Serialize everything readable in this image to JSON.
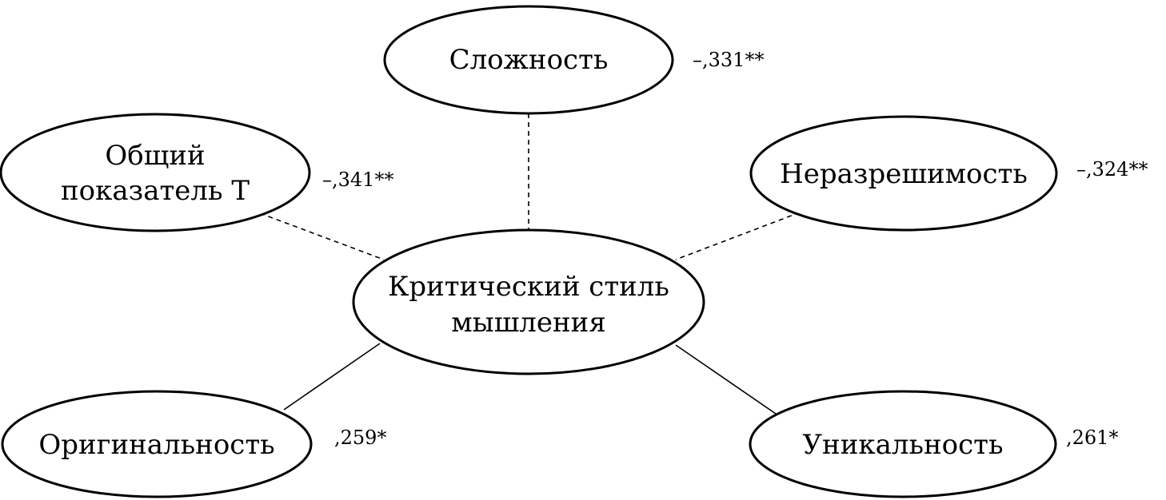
{
  "center": {
    "lines": [
      "Критический стиль",
      "мышления"
    ]
  },
  "nodes": [
    {
      "id": "complexity",
      "lines": [
        "Сложность"
      ],
      "coefficient": "–,331**",
      "relation": "negative"
    },
    {
      "id": "general-t",
      "lines": [
        "Общий",
        "показатель Т"
      ],
      "coefficient": "–,341**",
      "relation": "negative"
    },
    {
      "id": "unsolvability",
      "lines": [
        "Неразрешимость"
      ],
      "coefficient": "–,324**",
      "relation": "negative"
    },
    {
      "id": "originality",
      "lines": [
        "Оригинальность"
      ],
      "coefficient": ",259*",
      "relation": "positive"
    },
    {
      "id": "uniqueness",
      "lines": [
        "Уникальность"
      ],
      "coefficient": ",261*",
      "relation": "positive"
    }
  ]
}
